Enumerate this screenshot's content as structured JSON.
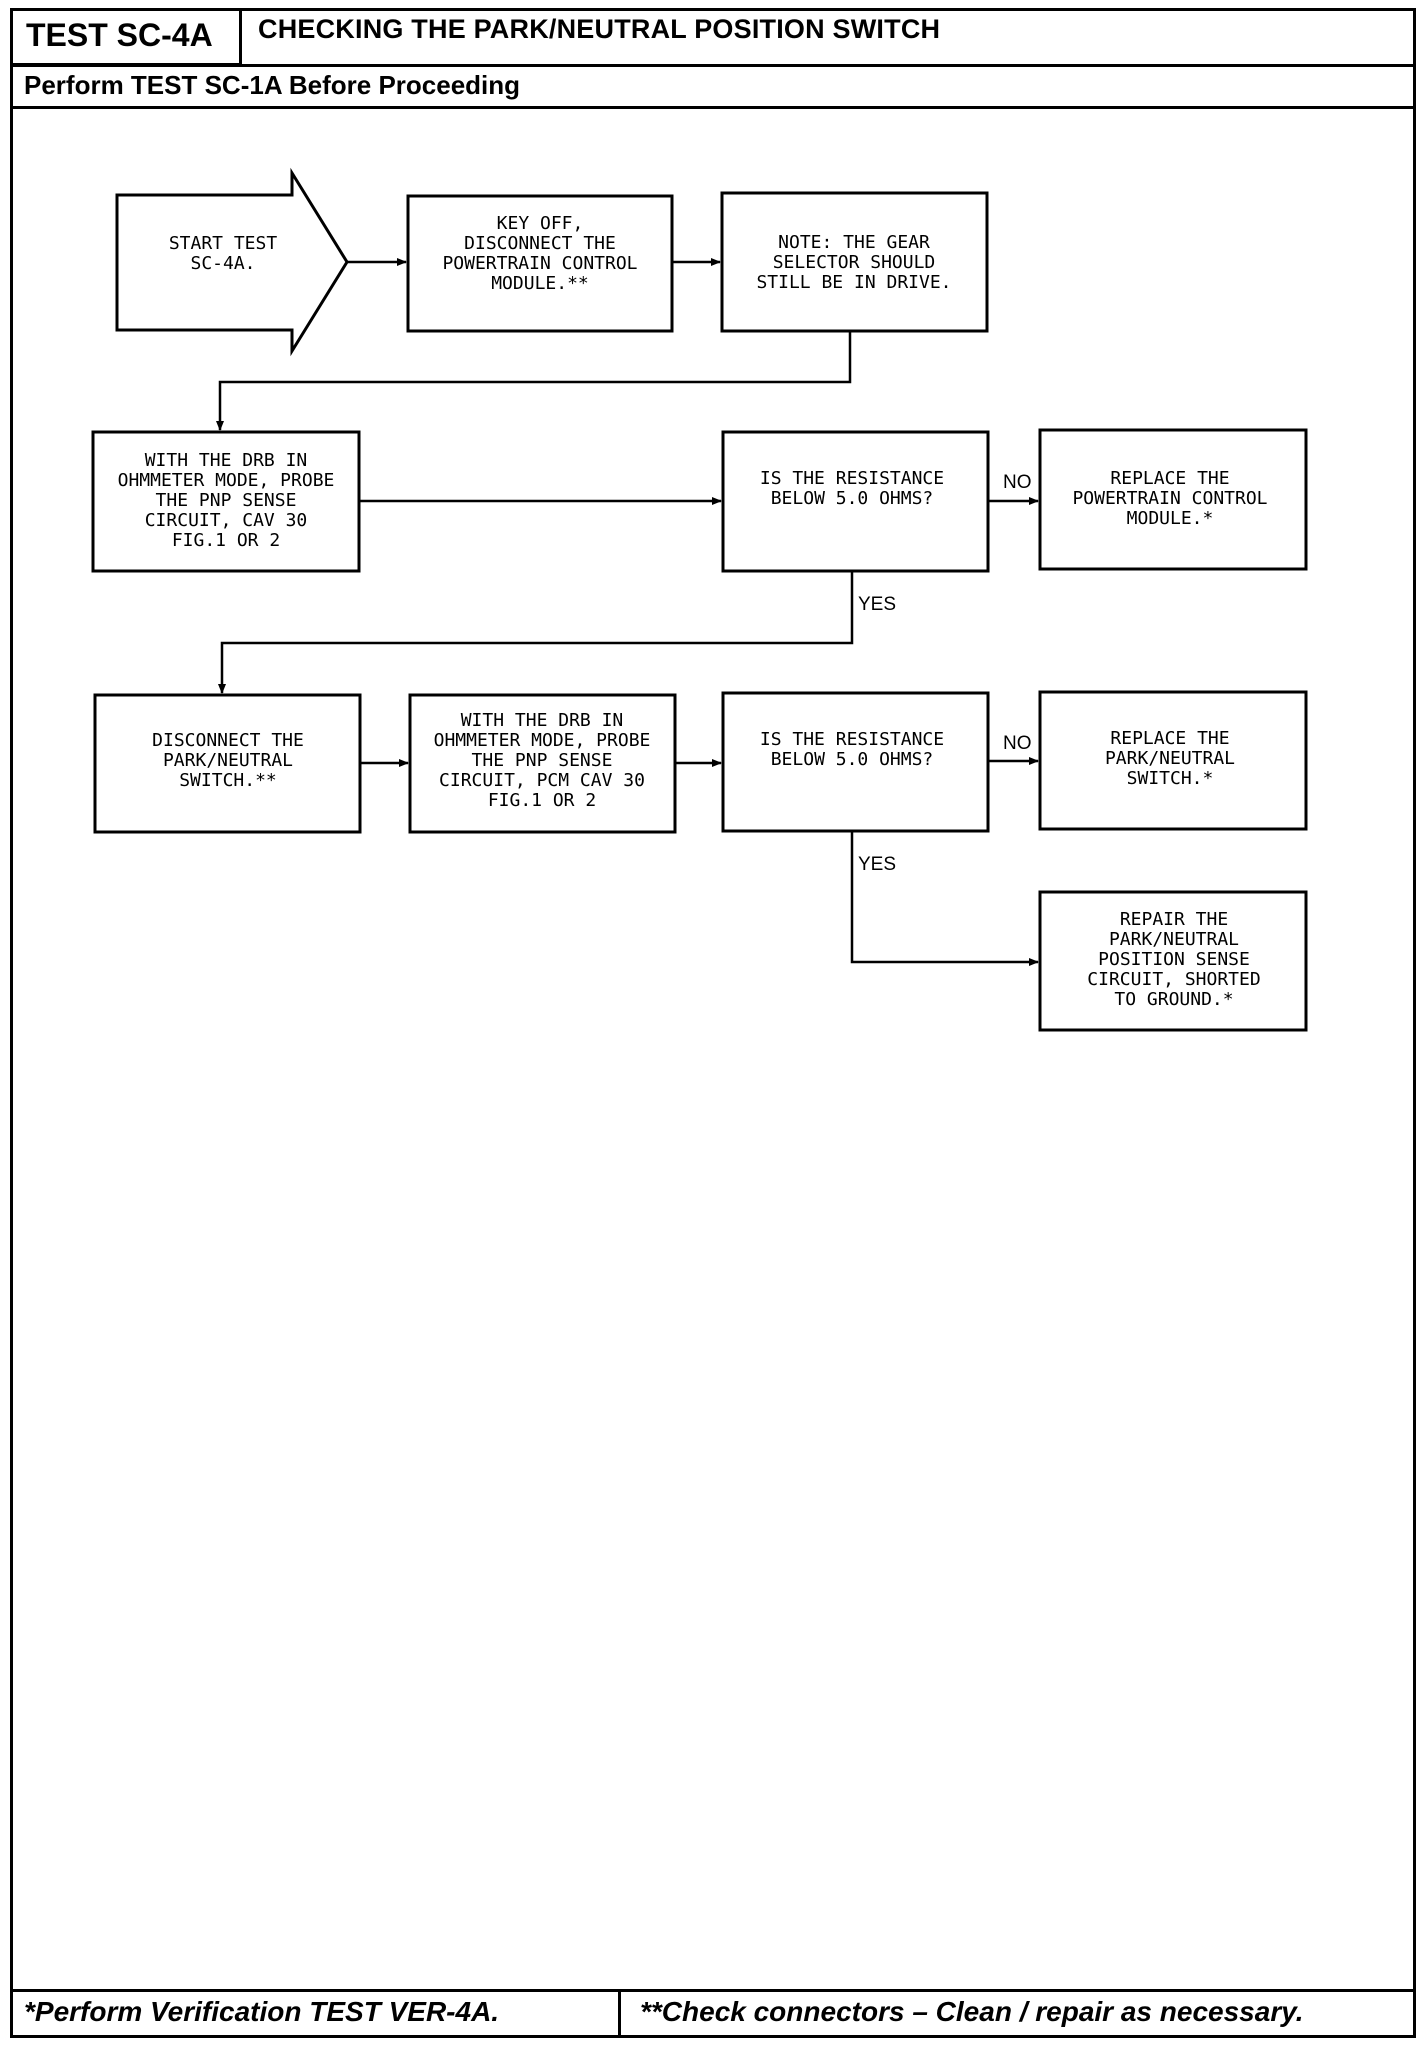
{
  "header": {
    "test_id": "TEST SC-4A",
    "title": "CHECKING THE PARK/NEUTRAL POSITION SWITCH",
    "subtitle": "Perform TEST SC-1A Before Proceeding"
  },
  "footer": {
    "left_note": "*Perform Verification TEST VER-4A.",
    "right_note": "**Check connectors – Clean / repair as necessary."
  },
  "nodes": {
    "start": [
      "START TEST",
      "SC-4A."
    ],
    "key_off": [
      "KEY OFF,",
      "DISCONNECT THE",
      "POWERTRAIN CONTROL",
      "MODULE.**"
    ],
    "note_gear": [
      "NOTE: THE GEAR",
      "SELECTOR SHOULD",
      "STILL BE IN DRIVE."
    ],
    "probe_pnp": [
      "WITH THE DRB IN",
      "OHMMETER MODE, PROBE",
      "THE PNP SENSE",
      "CIRCUIT, CAV 30",
      "FIG.1 OR 2"
    ],
    "resistance_1": [
      "IS THE RESISTANCE",
      "BELOW 5.0 OHMS?"
    ],
    "replace_pcm": [
      "REPLACE THE",
      "POWERTRAIN CONTROL",
      "MODULE.*"
    ],
    "disconnect_switch": [
      "DISCONNECT THE",
      "PARK/NEUTRAL",
      "SWITCH.**"
    ],
    "probe_pcm": [
      "WITH THE DRB IN",
      "OHMMETER MODE, PROBE",
      "THE PNP SENSE",
      "CIRCUIT, PCM CAV 30",
      "FIG.1 OR 2"
    ],
    "resistance_2": [
      "IS THE RESISTANCE",
      "BELOW 5.0 OHMS?"
    ],
    "replace_switch": [
      "REPLACE THE",
      "PARK/NEUTRAL",
      "SWITCH.*"
    ],
    "repair_circuit": [
      "REPAIR THE",
      "PARK/NEUTRAL",
      "POSITION SENSE",
      "CIRCUIT, SHORTED",
      "TO GROUND.*"
    ]
  },
  "branch_labels": {
    "no_1": "NO",
    "yes_1": "YES",
    "no_2": "NO",
    "yes_2": "YES"
  }
}
